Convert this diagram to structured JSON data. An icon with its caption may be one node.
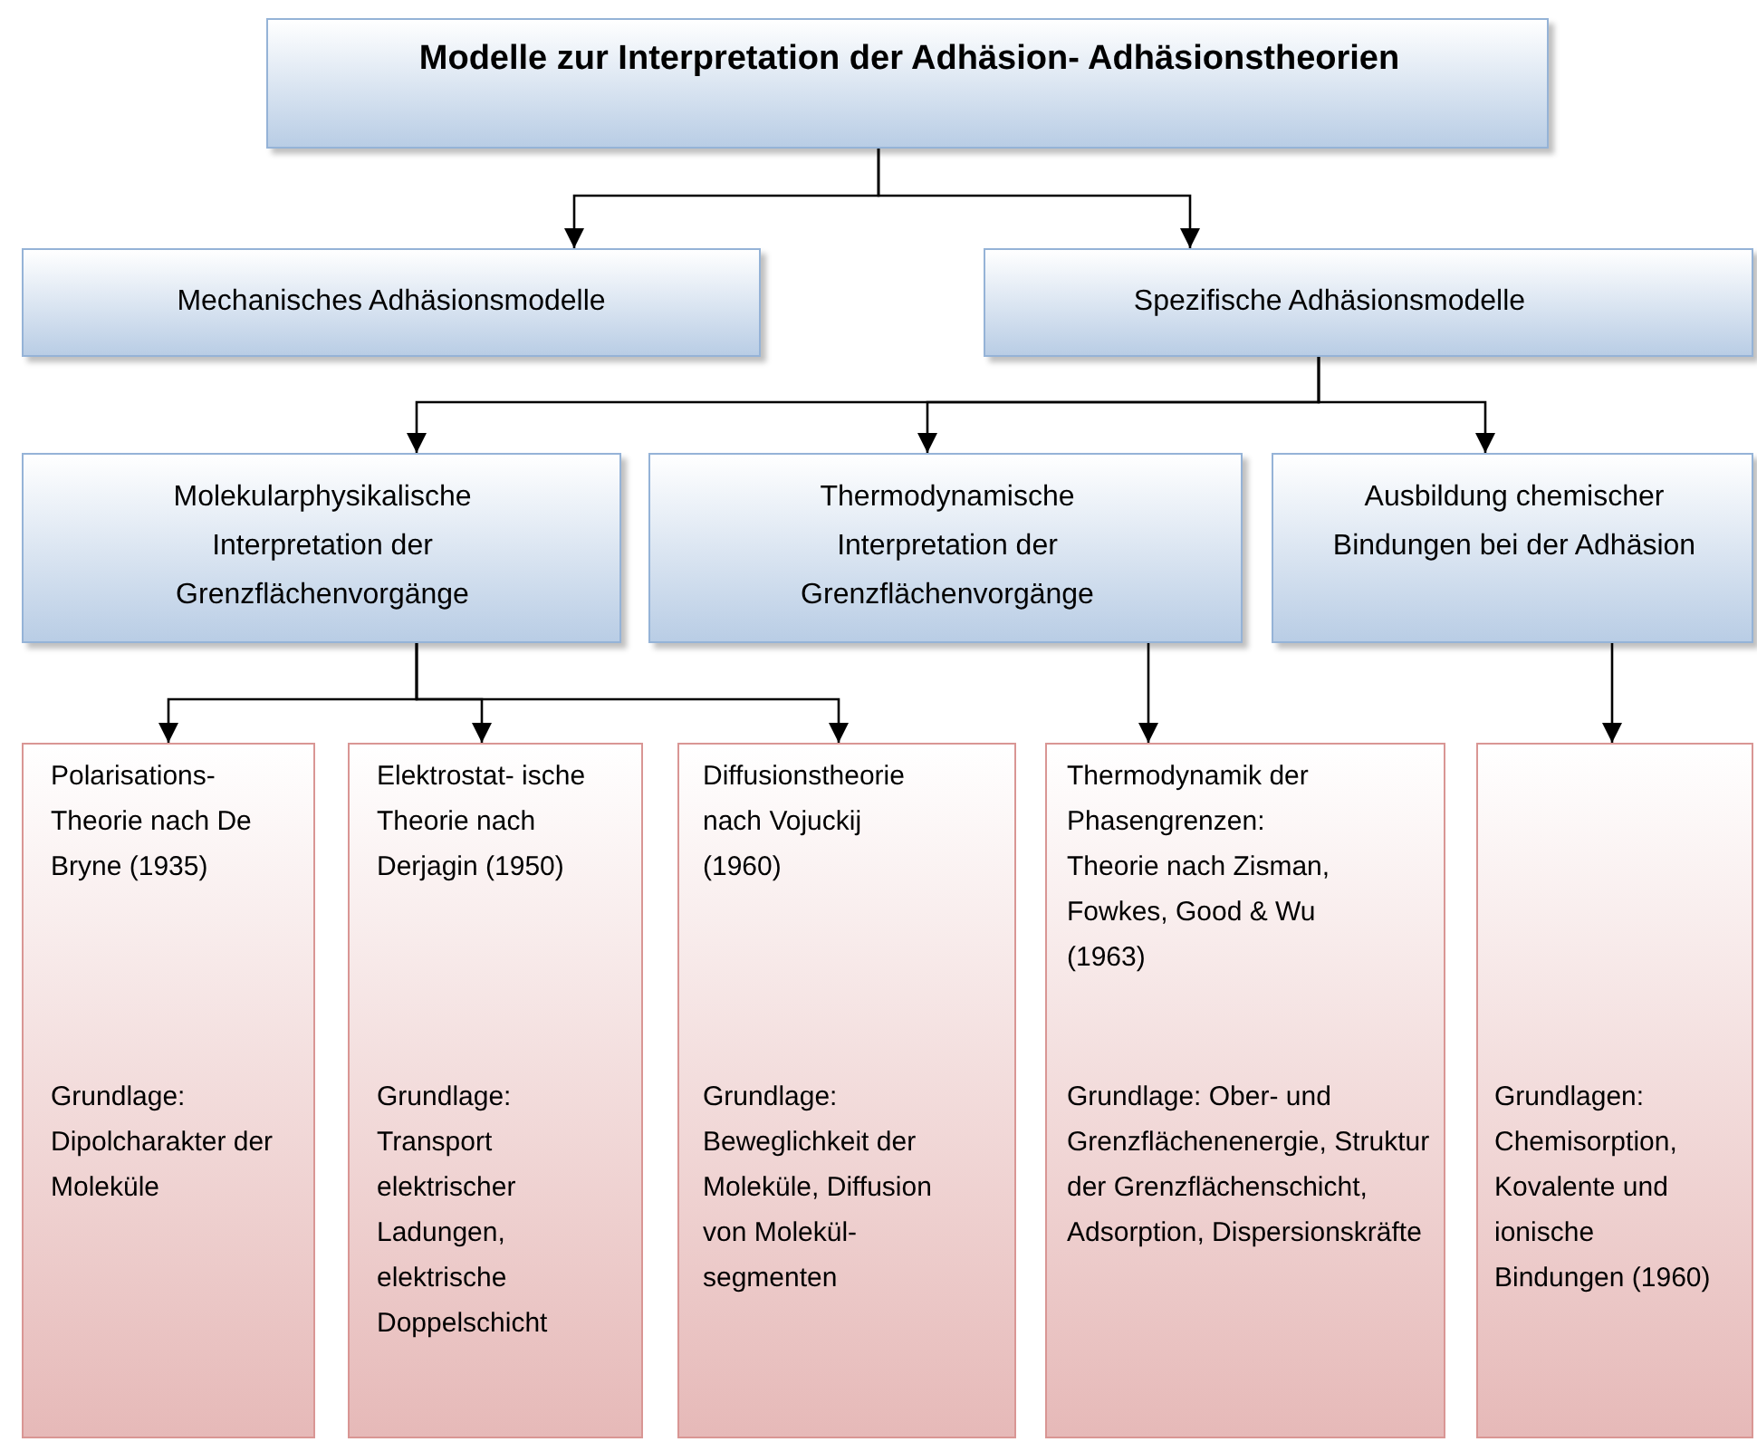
{
  "diagram": {
    "nodes": [
      {
        "text": [
          "Modelle zur Interpretation der Adhäsion- Adhäsionstheorien"
        ]
      },
      {
        "text": [
          "Mechanisches Adhäsionsmodelle"
        ]
      },
      {
        "text": [
          "Spezifische Adhäsionsmodelle"
        ]
      },
      {
        "text": [
          "Molekularphysikalische Interpretation der Grenzflächenvorgänge"
        ]
      },
      {
        "text": [
          "Thermodynamische Interpretation der Grenzflächenvorgänge"
        ]
      },
      {
        "text": [
          "Ausbildung chemischer Bindungen bei der Adhäsion"
        ]
      },
      {
        "text": [
          "Polarisations- Theorie nach De Bryne (1935)",
          "Grundlage: Dipolcharakter der Moleküle"
        ]
      },
      {
        "text": [
          "Elektrostat- ische Theorie nach Derjagin (1950)",
          "Grundlage: Transport elektrischer Ladungen, elektrische Doppelschicht"
        ]
      },
      {
        "text": [
          "Diffusionstheorie nach Vojuckij (1960)",
          "Grundlage: Beweglichkeit der Moleküle, Diffusion von Molekül- segmenten"
        ]
      },
      {
        "text": [
          "Thermodynamik der Phasengrenzen: Theorie nach Zisman, Fowkes, Good & Wu (1963)",
          "Grundlage: Ober- und Grenzflächenenergie, Struktur der Grenzflächenschicht, Adsorption, Dispersionskräfte"
        ]
      },
      {
        "text": [
          "Grundlagen: Chemisorption, Kovalente und ionische Bindungen (1960)"
        ]
      }
    ],
    "edges": [
      {
        "from": 0,
        "to": 1,
        "arrow": "to"
      },
      {
        "from": 0,
        "to": 2,
        "arrow": "to"
      },
      {
        "from": 2,
        "to": 3,
        "arrow": "to"
      },
      {
        "from": 2,
        "to": 4,
        "arrow": "to"
      },
      {
        "from": 2,
        "to": 5,
        "arrow": "to"
      },
      {
        "from": 3,
        "to": 6,
        "arrow": "to"
      },
      {
        "from": 3,
        "to": 7,
        "arrow": "to"
      },
      {
        "from": 3,
        "to": 8,
        "arrow": "to"
      },
      {
        "from": 4,
        "to": 9,
        "arrow": "to"
      },
      {
        "from": 5,
        "to": 10,
        "arrow": "to"
      }
    ]
  }
}
